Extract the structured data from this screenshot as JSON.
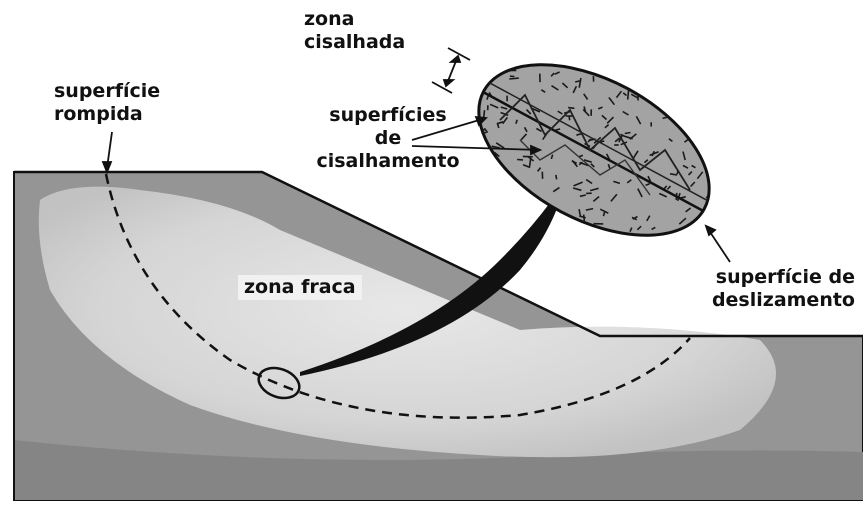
{
  "labels": {
    "zona_cisalhada": [
      "zona",
      "cisalhada"
    ],
    "superficie_rompida": [
      "superfície",
      "rompida"
    ],
    "superficies_cisalhamento": [
      "superfícies",
      "de",
      "cisalhamento"
    ],
    "zona_fraca": "zona fraca",
    "superficie_deslizamento": [
      "superfície de",
      "deslizamento"
    ]
  },
  "colors": {
    "soil_dark": "#8a8a8a",
    "soil_mid": "#a9a9a9",
    "weak_zone": "#dcdcdc",
    "outline": "#111111",
    "ellipse_fill": "#9a9a9a"
  }
}
